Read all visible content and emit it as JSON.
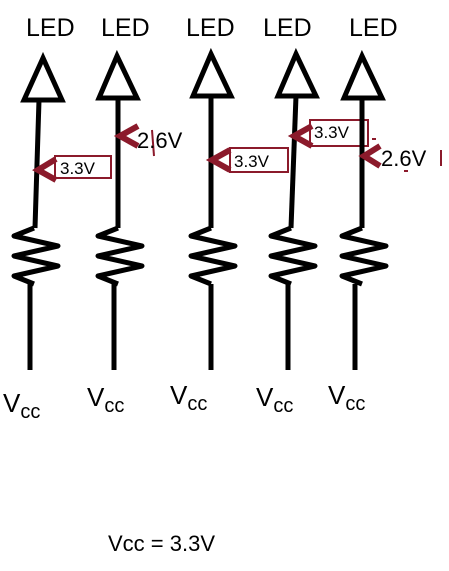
{
  "circuits": [
    {
      "led_label": "LED",
      "voltage": "3.3V",
      "supply_main": "V",
      "supply_sub": "cc"
    },
    {
      "led_label": "LED",
      "voltage": "2.6V",
      "supply_main": "V",
      "supply_sub": "cc"
    },
    {
      "led_label": "LED",
      "voltage": "3.3V",
      "supply_main": "V",
      "supply_sub": "cc"
    },
    {
      "led_label": "LED",
      "voltage": "3.3V",
      "supply_main": "V",
      "supply_sub": "cc"
    },
    {
      "led_label": "LED",
      "voltage": "2.6V",
      "supply_main": "V",
      "supply_sub": "cc"
    }
  ],
  "footer_note": "Vcc = 3.3V",
  "colors": {
    "wire": "#000000",
    "arrow": "#8b1a2b",
    "label_box": "#8b1a2b",
    "background": "#ffffff"
  }
}
